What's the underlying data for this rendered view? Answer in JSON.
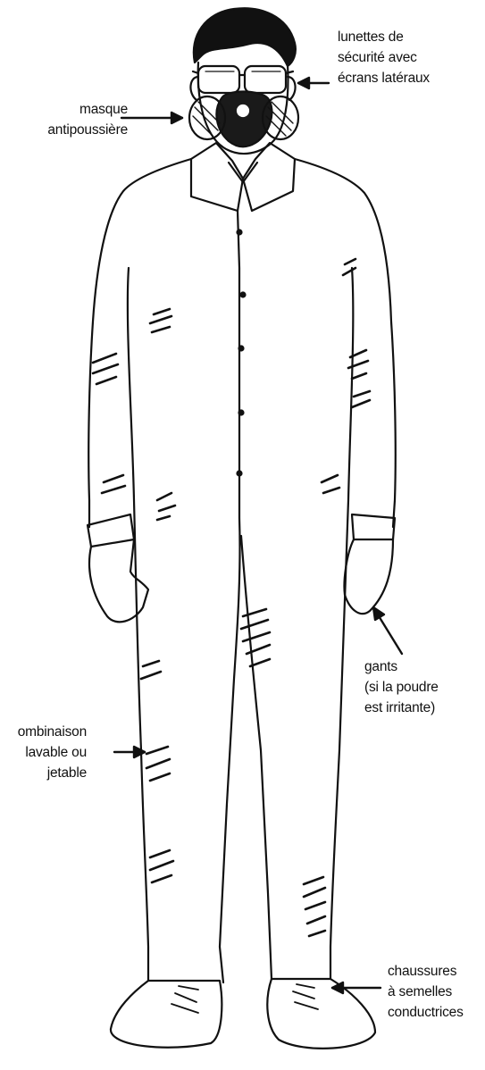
{
  "labels": {
    "goggles": [
      "lunettes de",
      "sécurité avec",
      "écrans latéraux"
    ],
    "mask": [
      "masque",
      "antipoussière"
    ],
    "gloves": [
      "gants",
      "(si la poudre",
      "est irritante)"
    ],
    "coverall": [
      "ombinaison",
      "lavable ou",
      "jetable"
    ],
    "shoes": [
      "chaussures",
      "à semelles",
      "conductrices"
    ]
  },
  "colors": {
    "ink": "#111111",
    "mask": "#1a1a1a"
  }
}
